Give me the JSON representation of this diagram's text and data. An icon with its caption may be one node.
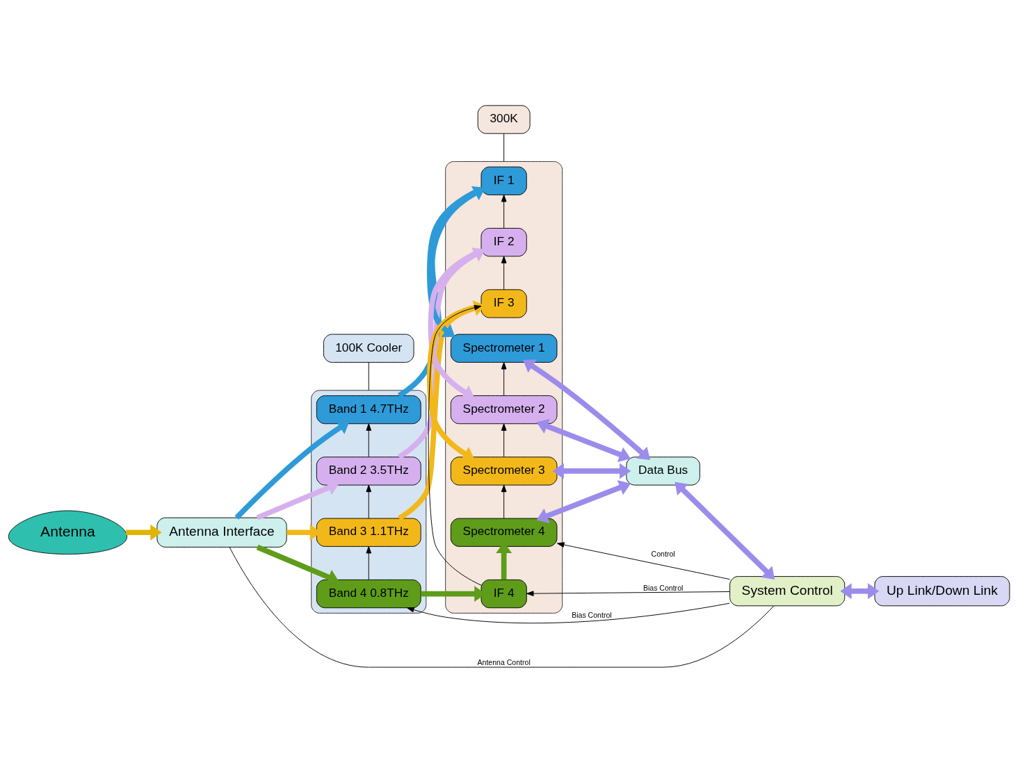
{
  "diagram": {
    "nodes": [
      {
        "text": [
          "Antenna"
        ]
      },
      {
        "text": [
          "Antenna Interface"
        ]
      },
      {
        "text": [
          "100K Cooler"
        ]
      },
      {
        "text": [
          "300K"
        ]
      },
      {
        "text": [],
        "shape": "box"
      },
      {
        "text": [
          "Band 1 4.7THz"
        ],
        "in": 4
      },
      {
        "text": [
          "Band 2 3.5THz"
        ],
        "in": 4
      },
      {
        "text": [
          "Band 3 1.1THz"
        ],
        "in": 4
      },
      {
        "text": [
          "Band 4 0.8THz"
        ],
        "in": 4
      },
      {
        "text": [],
        "shape": "box"
      },
      {
        "text": [
          "IF 1"
        ],
        "in": 9
      },
      {
        "text": [
          "IF 2"
        ],
        "in": 9
      },
      {
        "text": [
          "IF 3"
        ],
        "in": 9
      },
      {
        "text": [
          "IF 4"
        ],
        "in": 9
      },
      {
        "text": [
          "Spectrometer 1"
        ],
        "in": 9
      },
      {
        "text": [
          "Spectrometer 2"
        ],
        "in": 9
      },
      {
        "text": [
          "Spectrometer 3"
        ],
        "in": 9
      },
      {
        "text": [
          "Spectrometer 4"
        ],
        "in": 9
      },
      {
        "text": [
          "Data Bus"
        ]
      },
      {
        "text": [
          "System Control"
        ]
      },
      {
        "text": [
          "Up Link/Down Link"
        ]
      }
    ],
    "edges": [
      {
        "from": 0,
        "to": 1,
        "arrow": "to",
        "color": "#e0b400"
      },
      {
        "from": 1,
        "to": 5,
        "arrow": "to",
        "color": "#2e9ad8"
      },
      {
        "from": 1,
        "to": 6,
        "arrow": "to",
        "color": "#d6b0ee"
      },
      {
        "from": 1,
        "to": 7,
        "arrow": "to",
        "color": "#f2b81a"
      },
      {
        "from": 1,
        "to": 8,
        "arrow": "to",
        "color": "#5e9c1a"
      },
      {
        "from": 5,
        "to": 10,
        "arrow": "to",
        "color": "#2e9ad8"
      },
      {
        "from": 6,
        "to": 11,
        "arrow": "to",
        "color": "#d6b0ee"
      },
      {
        "from": 7,
        "to": 12,
        "arrow": "to",
        "color": "#f2b81a"
      },
      {
        "from": 8,
        "to": 13,
        "arrow": "to",
        "color": "#5e9c1a"
      },
      {
        "from": 10,
        "to": 14,
        "arrow": "to",
        "color": "#2e9ad8"
      },
      {
        "from": 11,
        "to": 15,
        "arrow": "to",
        "color": "#d6b0ee"
      },
      {
        "from": 12,
        "to": 16,
        "arrow": "to",
        "color": "#f2b81a"
      },
      {
        "from": 13,
        "to": 17,
        "arrow": "to",
        "color": "#5e9c1a"
      },
      {
        "from": 14,
        "to": 18,
        "arrow": "both",
        "color": "#9b8cec"
      },
      {
        "from": 15,
        "to": 18,
        "arrow": "both",
        "color": "#9b8cec"
      },
      {
        "from": 16,
        "to": 18,
        "arrow": "both",
        "color": "#9b8cec"
      },
      {
        "from": 17,
        "to": 18,
        "arrow": "both",
        "color": "#9b8cec"
      },
      {
        "from": 2,
        "to": 4,
        "arrow": "none"
      },
      {
        "from": 3,
        "to": 9,
        "arrow": "none"
      },
      {
        "from": 6,
        "to": 5,
        "arrow": "to"
      },
      {
        "from": 7,
        "to": 6,
        "arrow": "to"
      },
      {
        "from": 8,
        "to": 7,
        "arrow": "to"
      },
      {
        "from": 11,
        "to": 10,
        "arrow": "to"
      },
      {
        "from": 12,
        "to": 11,
        "arrow": "to"
      },
      {
        "from": 13,
        "to": 12,
        "arrow": "to"
      },
      {
        "from": 15,
        "to": 14,
        "arrow": "to"
      },
      {
        "from": 16,
        "to": 15,
        "arrow": "to"
      },
      {
        "from": 17,
        "to": 16,
        "arrow": "to"
      },
      {
        "from": 19,
        "to": 1,
        "arrow": "none",
        "label": "Antenna Control"
      },
      {
        "from": 19,
        "to": 8,
        "arrow": "to",
        "label": "Bias Control"
      },
      {
        "from": 19,
        "to": 13,
        "arrow": "to",
        "label": "Bias Control"
      },
      {
        "from": 19,
        "to": 17,
        "arrow": "to",
        "label": "Control"
      },
      {
        "from": 18,
        "to": 19,
        "arrow": "both",
        "color": "#9b8cec"
      },
      {
        "from": 19,
        "to": 20,
        "arrow": "both",
        "color": "#9b8cec"
      }
    ]
  }
}
